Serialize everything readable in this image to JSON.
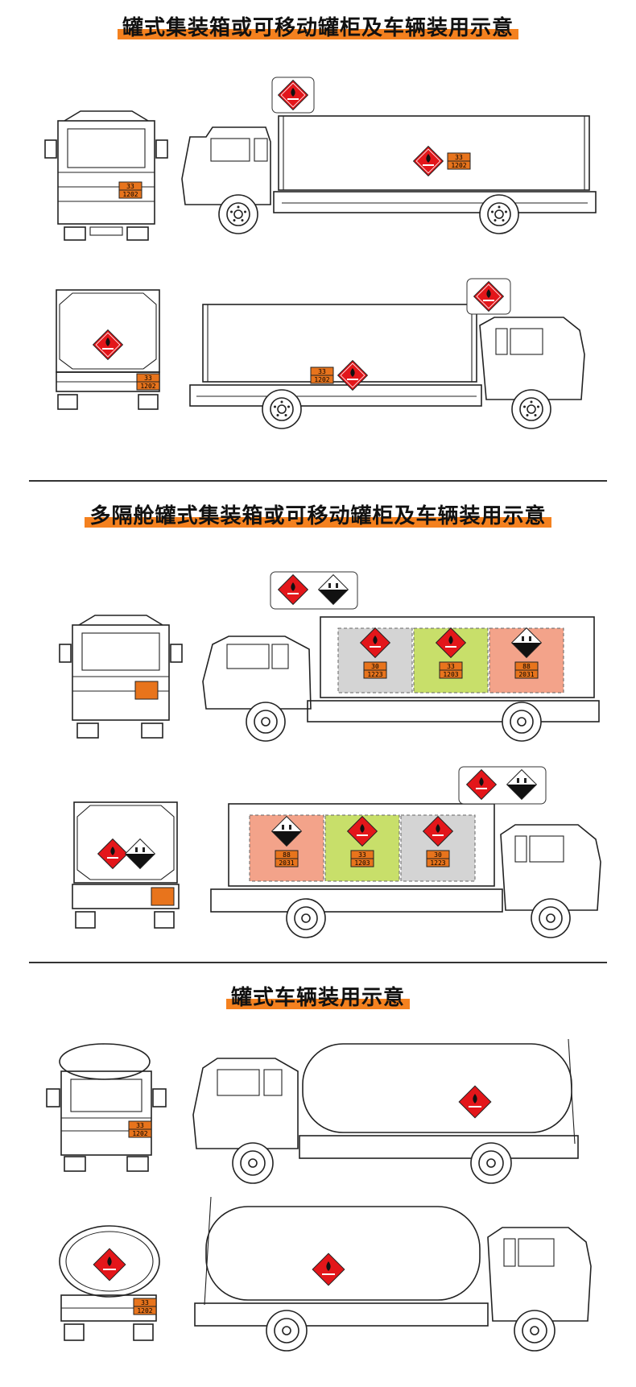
{
  "sections": [
    {
      "title": "罐式集装箱或可移动罐柜及车辆装用示意"
    },
    {
      "title": "多隔舱罐式集装箱或可移动罐柜及车辆装用示意"
    },
    {
      "title": "罐式车辆装用示意"
    }
  ],
  "plates": {
    "p33_1202": {
      "top": "33",
      "bottom": "1202"
    },
    "p30_1223": {
      "top": "30",
      "bottom": "1223"
    },
    "p33_1203": {
      "top": "33",
      "bottom": "1203"
    },
    "p88_2031": {
      "top": "88",
      "bottom": "2031"
    }
  },
  "colors": {
    "accent": "#f4811f",
    "plate": "#e8741c",
    "diamond": "#e3161a",
    "grey_compartment": "#d4d4d4",
    "green_compartment": "#c8df6a",
    "salmon_compartment": "#f3a38a"
  },
  "icons": [
    "flammable-diamond-icon",
    "corrosive-diamond-icon",
    "un-number-plate"
  ]
}
